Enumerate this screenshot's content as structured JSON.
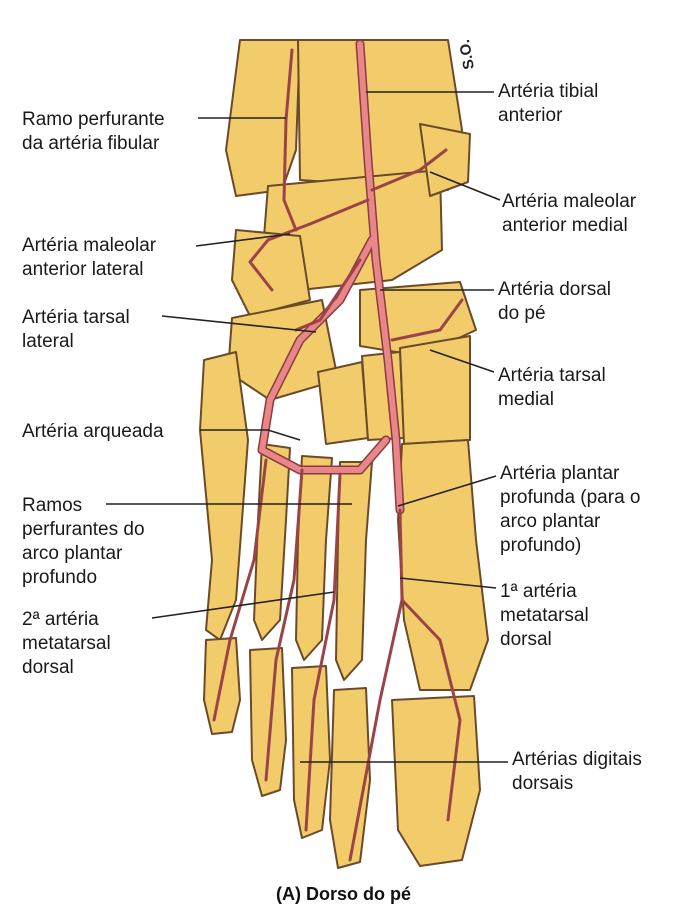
{
  "figure": {
    "caption": "(A) Dorso do pé",
    "corner_mark": "S.O.",
    "colors": {
      "bone": "#f2cc6a",
      "bone_outline": "#6b4a2a",
      "artery": "#e8868a",
      "artery_outline": "#8a3b3f",
      "leader": "#222222"
    }
  },
  "labels": {
    "ramo_perfurante_fibular": [
      "Ramo perfurante",
      "da artéria fibular"
    ],
    "maleolar_anterior_lateral": [
      "Artéria maleolar",
      "anterior lateral"
    ],
    "tarsal_lateral": [
      "Artéria tarsal",
      "lateral"
    ],
    "arqueada": [
      "Artéria arqueada"
    ],
    "ramos_perfurantes_arco": [
      "Ramos",
      "perfurantes do",
      "arco plantar",
      "profundo"
    ],
    "metatarsal_2": [
      "2ª artéria",
      "metatarsal",
      "dorsal"
    ],
    "tibial_anterior": [
      "Artéria tibial",
      "anterior"
    ],
    "maleolar_anterior_medial": [
      "Artéria maleolar",
      "anterior medial"
    ],
    "dorsal_pe": [
      "Artéria dorsal",
      "do pé"
    ],
    "tarsal_medial": [
      "Artéria tarsal",
      "medial"
    ],
    "plantar_profunda": [
      "Artéria plantar",
      "profunda (para o",
      "arco plantar",
      "profundo)"
    ],
    "metatarsal_1": [
      "1ª artéria",
      "metatarsal",
      "dorsal"
    ],
    "digitais_dorsais": [
      "Artérias digitais",
      "dorsais"
    ]
  }
}
